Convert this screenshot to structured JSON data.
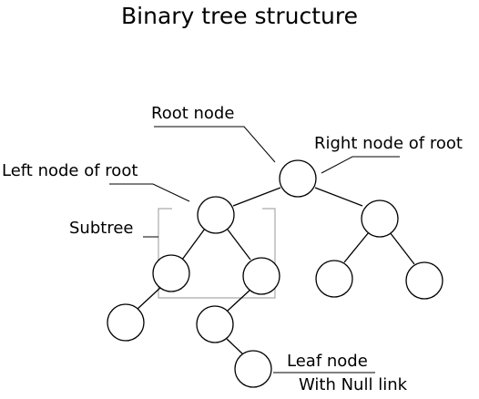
{
  "title": "Binary tree structure",
  "labels": {
    "root": "Root node",
    "right_root": "Right node of root",
    "left_root": "Left node of root",
    "subtree": "Subtree",
    "leaf": "Leaf node",
    "null_link": "With Null link"
  },
  "colors": {
    "stroke": "#000000",
    "subtree_box": "#aaaaaa",
    "node_fill": "#ffffff"
  }
}
